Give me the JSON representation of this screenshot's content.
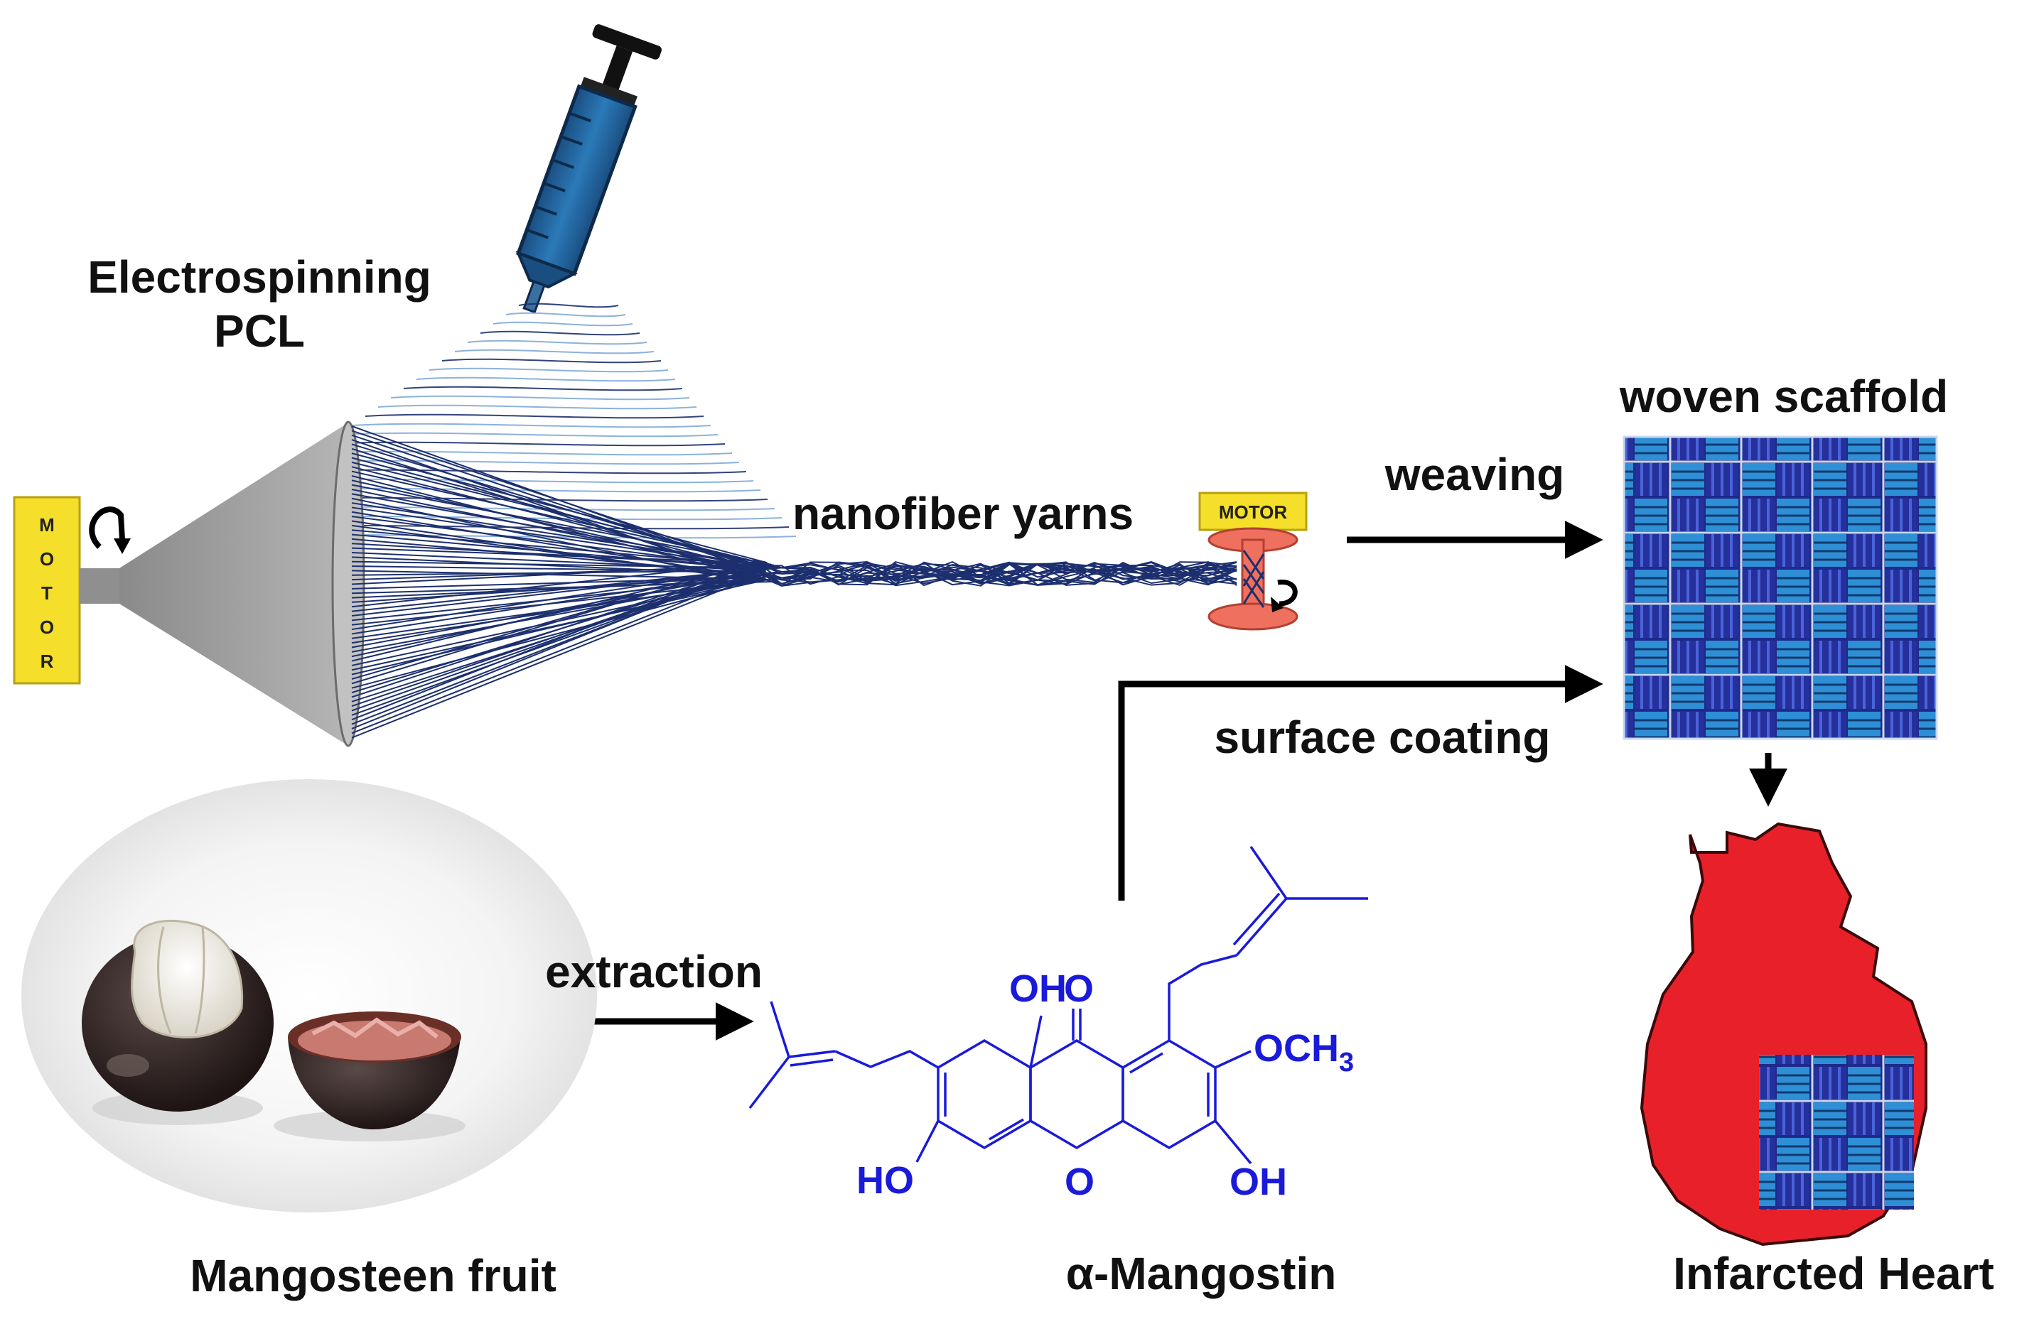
{
  "labels": {
    "electrospinning_line1": "Electrospinning",
    "electrospinning_line2": "PCL",
    "motor_vertical": "MOTOR",
    "motor_small": "MOTOR",
    "nanofiber_yarns": "nanofiber yarns",
    "weaving": "weaving",
    "woven_scaffold": "woven scaffold",
    "surface_coating": "surface coating",
    "extraction": "extraction",
    "mangosteen_fruit": "Mangosteen fruit",
    "alpha_mangostin": "α-Mangostin",
    "infarcted_heart": "Infarcted Heart"
  },
  "molecule": {
    "oh_top": "OH",
    "carbonyl_o": "O",
    "methoxy": "OCH",
    "methoxy_subscript": "3",
    "ho_left": "HO",
    "ring_o": "O",
    "oh_right": "OH"
  },
  "colors": {
    "fiber_dark": "#1c2f6e",
    "fiber_light": "#7fa8d8",
    "collector_gray": "#9e9e9e",
    "motor_yellow": "#f5df2a",
    "spool_red": "#f07060",
    "scaffold_light": "#2f8fd6",
    "scaffold_dark": "#23309a",
    "heart_red": "#e8202a",
    "chem_blue": "#1a1adb"
  }
}
